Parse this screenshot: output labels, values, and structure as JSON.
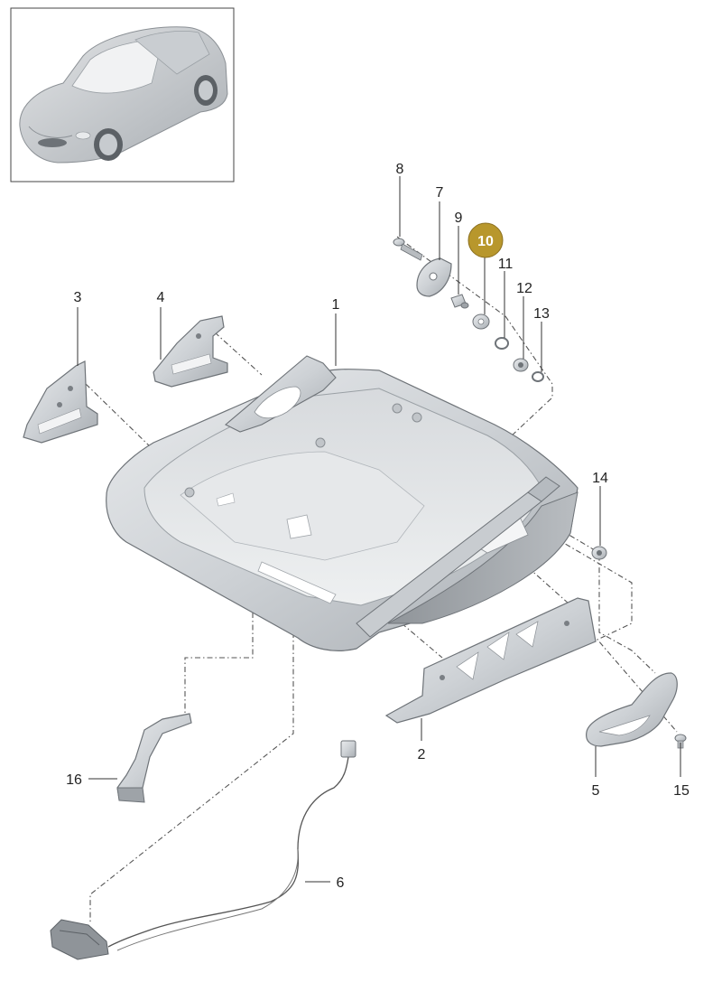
{
  "diagram": {
    "highlight_color": "#b8972c",
    "highlighted_callout": "10",
    "callouts": [
      {
        "id": "c1",
        "label": "1"
      },
      {
        "id": "c2",
        "label": "2"
      },
      {
        "id": "c3",
        "label": "3"
      },
      {
        "id": "c4",
        "label": "4"
      },
      {
        "id": "c5",
        "label": "5"
      },
      {
        "id": "c6",
        "label": "6"
      },
      {
        "id": "c7",
        "label": "7"
      },
      {
        "id": "c8",
        "label": "8"
      },
      {
        "id": "c9",
        "label": "9"
      },
      {
        "id": "c10",
        "label": "10"
      },
      {
        "id": "c11",
        "label": "11"
      },
      {
        "id": "c12",
        "label": "12"
      },
      {
        "id": "c13",
        "label": "13"
      },
      {
        "id": "c14",
        "label": "14"
      },
      {
        "id": "c15",
        "label": "15"
      },
      {
        "id": "c16",
        "label": "16"
      }
    ]
  }
}
